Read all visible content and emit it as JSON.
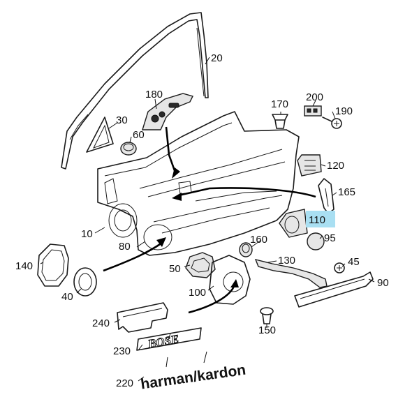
{
  "diagram": {
    "highlight_color": "#a9dff2",
    "callouts": [
      {
        "id": "20",
        "text": "20"
      },
      {
        "id": "180",
        "text": "180"
      },
      {
        "id": "170",
        "text": "170"
      },
      {
        "id": "200",
        "text": "200"
      },
      {
        "id": "190",
        "text": "190"
      },
      {
        "id": "30",
        "text": "30"
      },
      {
        "id": "60",
        "text": "60"
      },
      {
        "id": "120",
        "text": "120"
      },
      {
        "id": "165",
        "text": "165"
      },
      {
        "id": "110",
        "text": "110",
        "highlighted": true
      },
      {
        "id": "95",
        "text": "95"
      },
      {
        "id": "10",
        "text": "10"
      },
      {
        "id": "160",
        "text": "160"
      },
      {
        "id": "80",
        "text": "80"
      },
      {
        "id": "140",
        "text": "140"
      },
      {
        "id": "50",
        "text": "50"
      },
      {
        "id": "130",
        "text": "130"
      },
      {
        "id": "45",
        "text": "45"
      },
      {
        "id": "90",
        "text": "90"
      },
      {
        "id": "40",
        "text": "40"
      },
      {
        "id": "100",
        "text": "100"
      },
      {
        "id": "240",
        "text": "240"
      },
      {
        "id": "150",
        "text": "150"
      },
      {
        "id": "230",
        "text": "230"
      },
      {
        "id": "220",
        "text": "220"
      }
    ],
    "emblems": {
      "bose": "BOSE",
      "harman": "harman/kardon"
    }
  }
}
